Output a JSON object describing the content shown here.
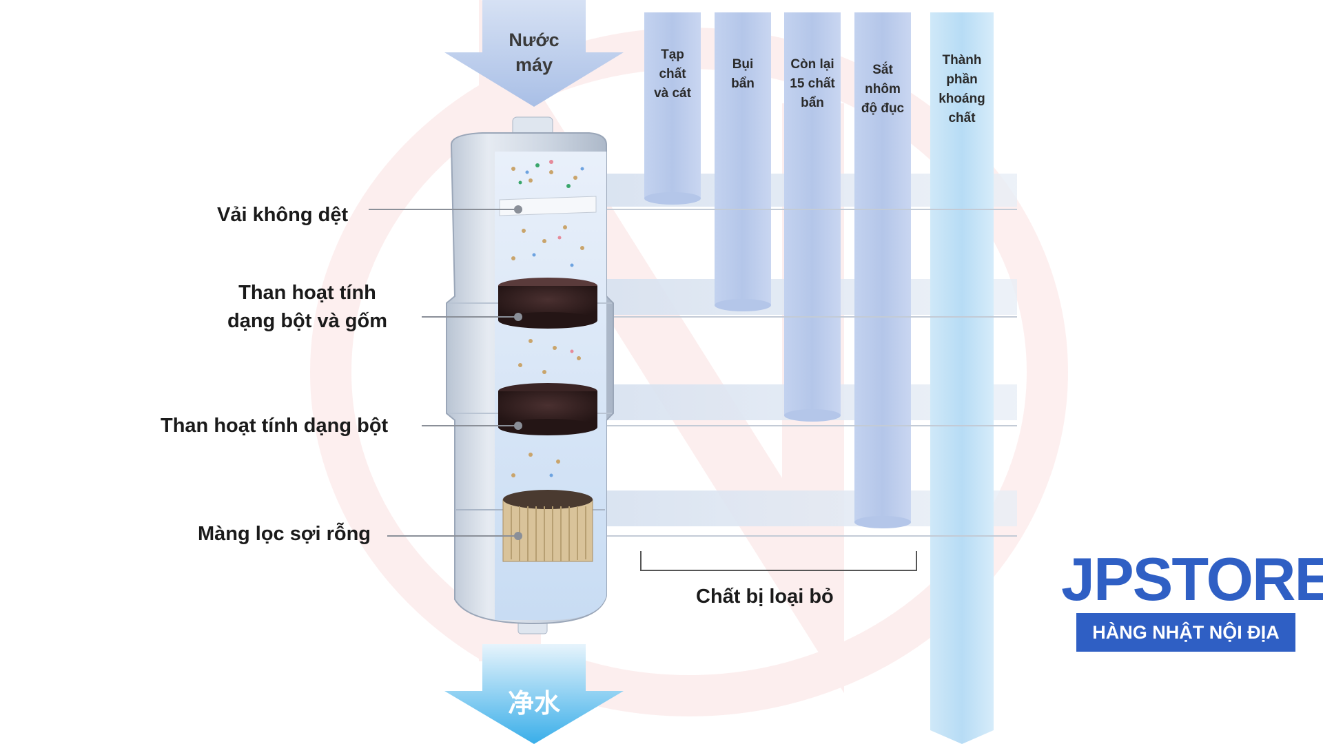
{
  "input_label": "Nước\nmáy",
  "output_label": "净水",
  "layers": [
    {
      "label": "Vải không dệt"
    },
    {
      "label": "Than hoạt tính\ndạng bột và gốm"
    },
    {
      "label": "Than hoạt tính dạng bột"
    },
    {
      "label": "Màng lọc sợi rỗng"
    }
  ],
  "columns": [
    {
      "label": "Tạp\nchất\nvà cát"
    },
    {
      "label": "Bụi\nbẩn"
    },
    {
      "label": "Còn lại\n15 chất\nbẩn"
    },
    {
      "label": "Sắt\nnhôm\nđộ đục"
    },
    {
      "label": "Thành\nphần\nkhoáng\nchất"
    }
  ],
  "removed_label": "Chất bị loại bỏ",
  "logo": {
    "brand": "JPSTORE",
    "tagline": "HÀNG NHẬT NỘI ĐỊA"
  },
  "colors": {
    "column_fill": "#b7c8ea",
    "mineral_column": "#bfe1f7",
    "logo_blue": "#2f5fc4",
    "arrow_top": "#a9bfe6",
    "arrow_bottom": "#39aee9"
  }
}
